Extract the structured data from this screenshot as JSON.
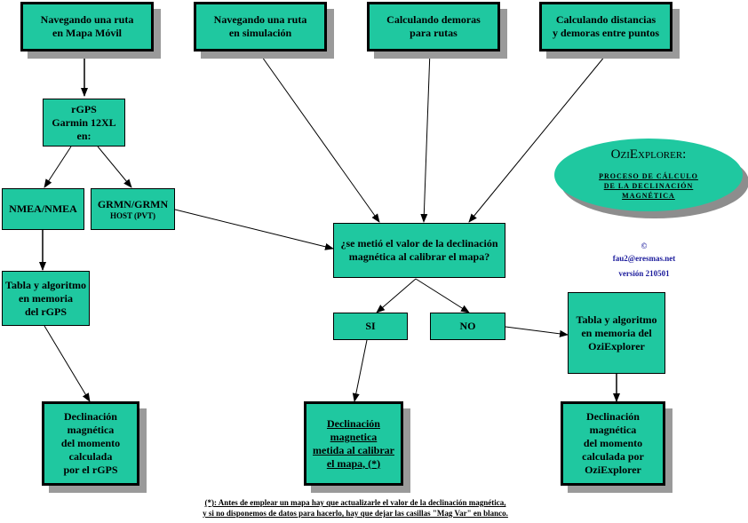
{
  "diagram": {
    "title": "OziExplorer:",
    "subtitle": "PROCESO DE CÁLCULO\nDE LA DECLINACIÓN\nMAGNÉTICA",
    "credit_symbol": "©",
    "credit_email": "fau2@eresmas.net",
    "credit_version": "versión 210501",
    "accent_color": "#1fc8a0",
    "shadow_color": "#9a9a9a",
    "nodes": {
      "nav_mapa_movil": "Navegando una ruta\nen Mapa Móvil",
      "nav_simulacion": "Navegando una ruta\nen simulación",
      "calc_demoras": "Calculando demoras\npara rutas",
      "calc_distancias": "Calculando distancias\ny demoras entre puntos",
      "rgps": "rGPS\nGarmin 12XL\nen:",
      "nmea": "NMEA/NMEA",
      "grmn": "GRMN/GRMN",
      "grmn_sub": "HOST (PVT)",
      "pregunta": "¿se metió el valor de la declinación\nmagnética al calibrar el mapa?",
      "si": "SI",
      "no": "NO",
      "tabla_rgps": "Tabla y algoritmo\nen memoria\ndel rGPS",
      "tabla_ozi": "Tabla y algoritmo\nen memoria del\nOziExplorer",
      "decl_rgps": "Declinación\nmagnética\ndel momento\ncalculada\npor el  rGPS",
      "decl_metida": "Declinación\nmagnetica\nmetida al calibrar\nel mapa, (*)",
      "decl_ozi": "Declinación\nmagnética\ndel momento\ncalculada por\nOziExplorer"
    },
    "footnote": "(*): Antes de emplear un mapa hay que actualizarle el valor de la declinación magnética,\ny si no disponemos de datos para hacerlo, hay que dejar las casillas \"Mag Var\" en blanco."
  }
}
